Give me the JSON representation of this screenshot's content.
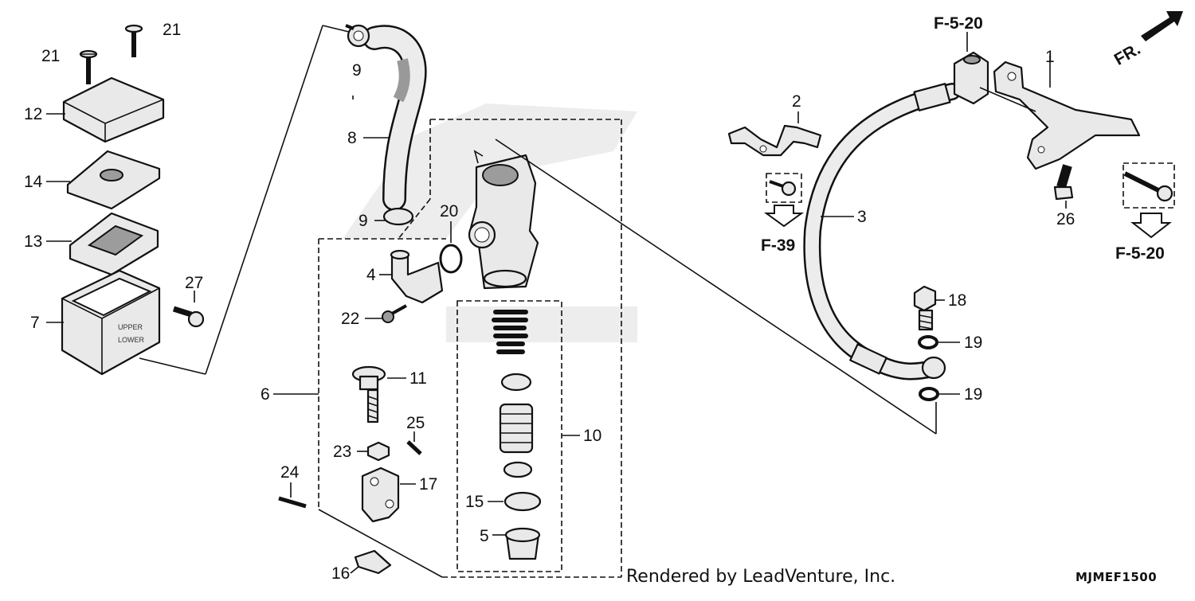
{
  "footer": {
    "credit": "Rendered by LeadVenture, Inc.",
    "diagram_code": "MJMEF1500"
  },
  "callouts": {
    "p1": "1",
    "p2": "2",
    "p3": "3",
    "p4": "4",
    "p5": "5",
    "p6": "6",
    "p7": "7",
    "p8": "8",
    "p9a": "9",
    "p9b": "9",
    "p10": "10",
    "p11": "11",
    "p12": "12",
    "p13": "13",
    "p14": "14",
    "p15": "15",
    "p16": "16",
    "p17": "17",
    "p18": "18",
    "p19a": "19",
    "p19b": "19",
    "p20": "20",
    "p21a": "21",
    "p21b": "21",
    "p22": "22",
    "p23": "23",
    "p24": "24",
    "p25": "25",
    "p26": "26",
    "p27": "27"
  },
  "references": {
    "f5_20_top": "F-5-20",
    "f5_20_right": "F-5-20",
    "f39": "F-39",
    "front": "FR."
  }
}
